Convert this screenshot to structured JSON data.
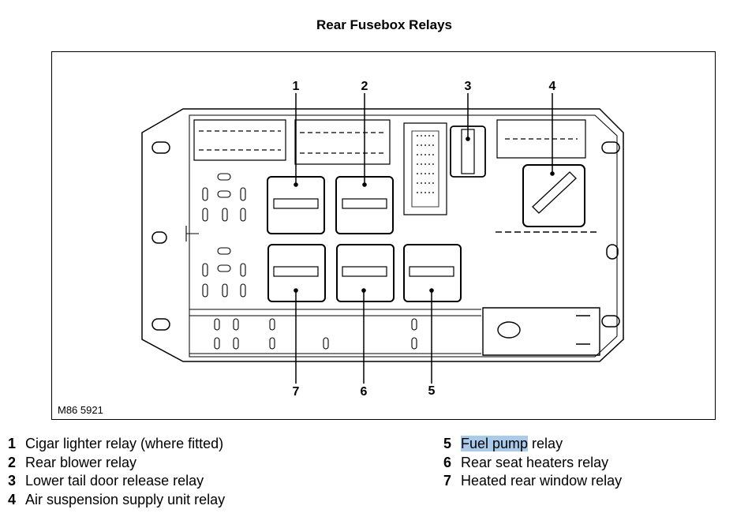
{
  "title": "Rear Fusebox Relays",
  "figure_code": "M86 5921",
  "callouts": [
    "1",
    "2",
    "3",
    "4",
    "5",
    "6",
    "7"
  ],
  "legend_left": [
    {
      "num": "1",
      "text": "Cigar lighter relay (where fitted)"
    },
    {
      "num": "2",
      "text": "Rear blower relay"
    },
    {
      "num": "3",
      "text": "Lower tail door release relay"
    },
    {
      "num": "4",
      "text": "Air suspension supply unit relay"
    }
  ],
  "legend_right": [
    {
      "num": "5",
      "text_highlighted": "Fuel pump",
      "text_rest": " relay"
    },
    {
      "num": "6",
      "text": "Rear seat heaters relay"
    },
    {
      "num": "7",
      "text": "Heated rear window relay"
    }
  ]
}
